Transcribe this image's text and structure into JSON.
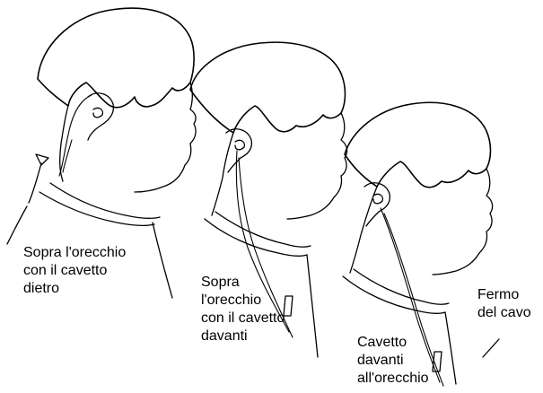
{
  "captions": {
    "over_ear_cable_behind": "Sopra l'orecchio\ncon il cavetto\ndietro",
    "over_ear_cable_front": "Sopra\nl'orecchio\ncon il cavetto\ndavanti",
    "cable_front_of_ear": "Cavetto\ndavanti\nall'orecchio",
    "cable_clip": "Fermo\ndel cavo"
  },
  "colors": {
    "line": "#000000",
    "background": "#ffffff"
  }
}
